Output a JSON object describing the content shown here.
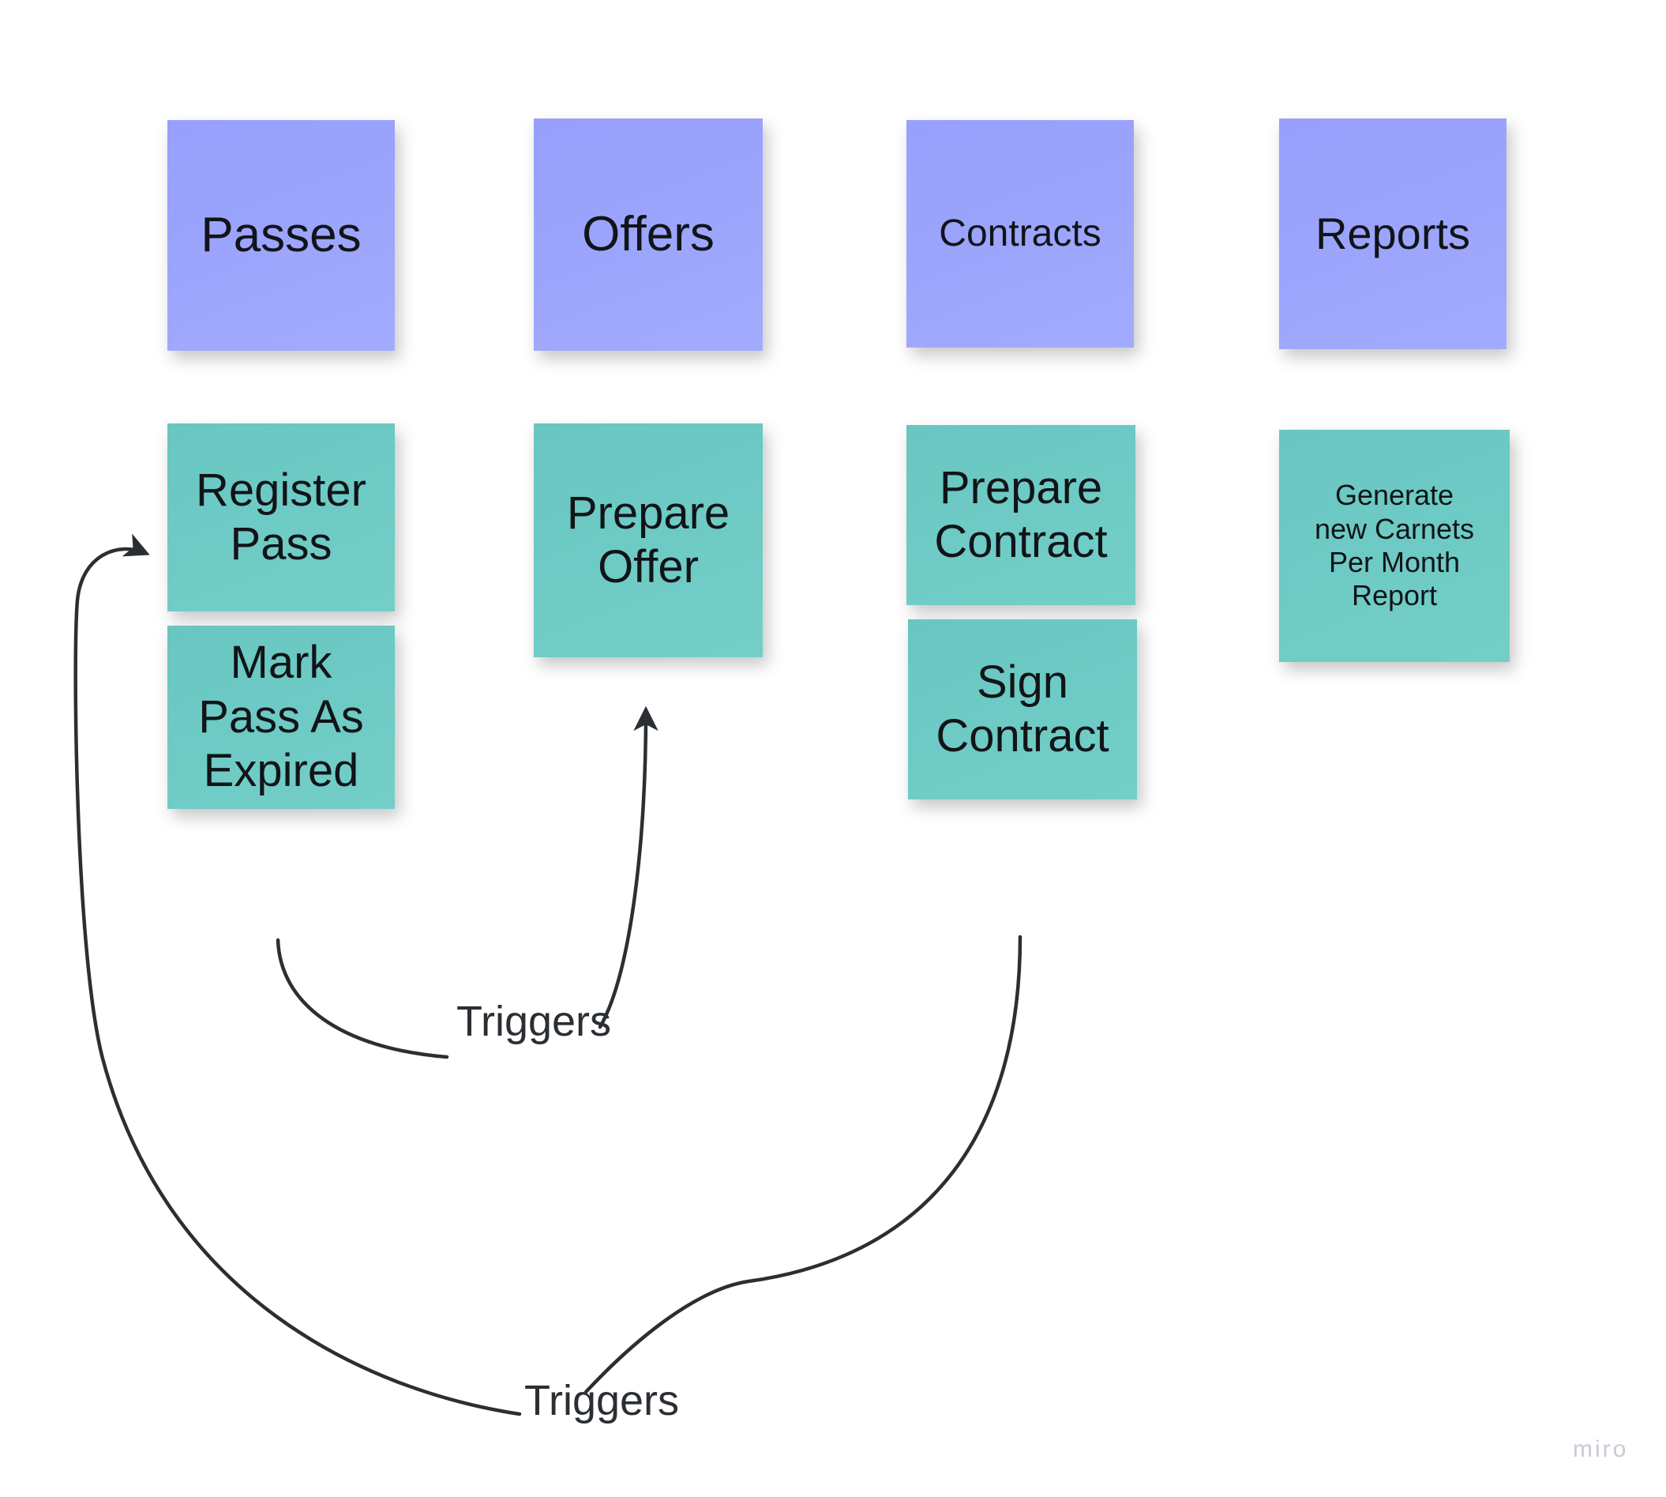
{
  "board": {
    "background_color": "#ffffff",
    "watermark": "miro"
  },
  "palette": {
    "category_note_color": "#9ba4fc",
    "action_note_color": "#6ecac4",
    "text_color": "#111418",
    "connector_color": "#2b2f33"
  },
  "columns": [
    {
      "id": "passes",
      "header": "Passes",
      "header_font_size": 62,
      "notes": [
        {
          "id": "register-pass",
          "label": "Register\nPass",
          "font_size": 58
        },
        {
          "id": "mark-pass-as-expired",
          "label": "Mark\nPass As\nExpired",
          "font_size": 58
        }
      ]
    },
    {
      "id": "offers",
      "header": "Offers",
      "header_font_size": 62,
      "notes": [
        {
          "id": "prepare-offer",
          "label": "Prepare\nOffer",
          "font_size": 58
        }
      ]
    },
    {
      "id": "contracts",
      "header": "Contracts",
      "header_font_size": 48,
      "notes": [
        {
          "id": "prepare-contract",
          "label": "Prepare\nContract",
          "font_size": 58
        },
        {
          "id": "sign-contract",
          "label": "Sign\nContract",
          "font_size": 58
        }
      ]
    },
    {
      "id": "reports",
      "header": "Reports",
      "header_font_size": 56,
      "notes": [
        {
          "id": "generate-carnets-report",
          "label": "Generate\nnew Carnets\nPer Month\nReport",
          "font_size": 36
        }
      ]
    }
  ],
  "connectors": [
    {
      "id": "mark-expired-triggers-prepare-offer",
      "label": "Triggers",
      "label_font_size": 54,
      "from": "mark-pass-as-expired",
      "to": "prepare-offer",
      "arrowhead": "up"
    },
    {
      "id": "sign-contract-triggers-register-pass",
      "label": "Triggers",
      "label_font_size": 54,
      "from": "sign-contract",
      "to": "register-pass",
      "arrowhead": "right"
    }
  ]
}
